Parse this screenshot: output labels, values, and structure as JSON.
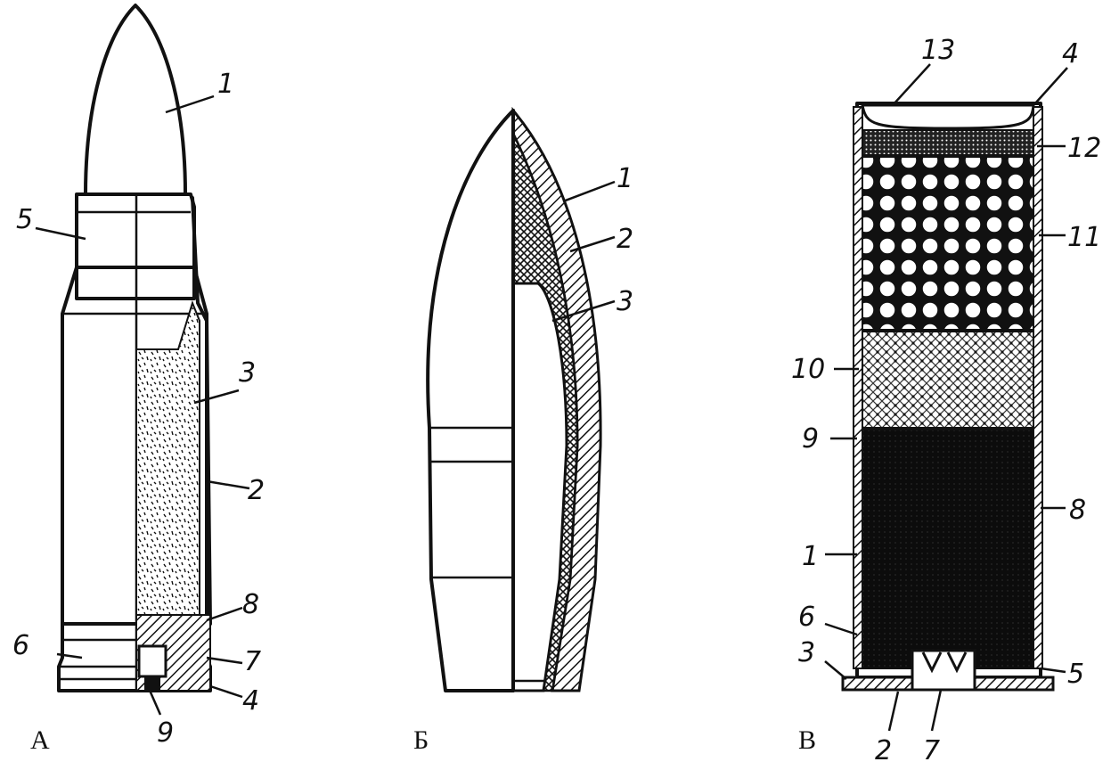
{
  "figure": {
    "panels": [
      {
        "id": "A",
        "caption": "А",
        "labels": [
          "1",
          "5",
          "3",
          "2",
          "8",
          "6",
          "7",
          "4",
          "9"
        ]
      },
      {
        "id": "B",
        "caption": "Б",
        "labels": [
          "1",
          "2",
          "3"
        ]
      },
      {
        "id": "V",
        "caption": "В",
        "labels": [
          "13",
          "4",
          "12",
          "11",
          "10",
          "9",
          "8",
          "1",
          "6",
          "3",
          "5",
          "2",
          "7"
        ]
      }
    ]
  }
}
